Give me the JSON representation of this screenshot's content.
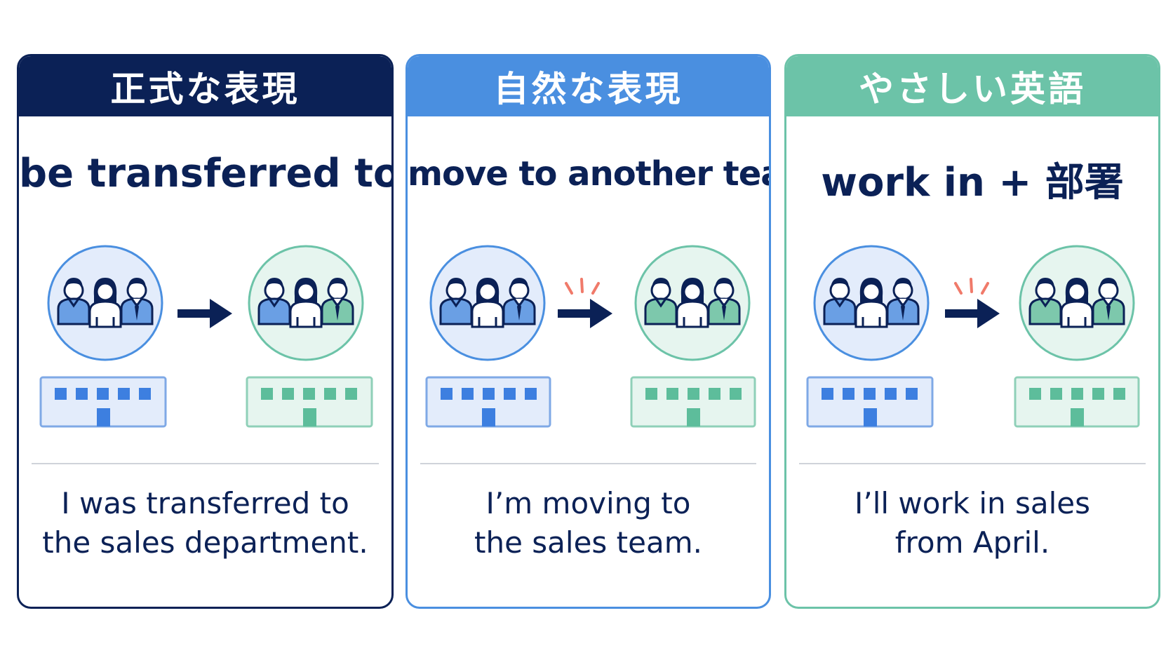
{
  "cards": [
    {
      "header": "正式な表現",
      "phrase": "be transferred to",
      "example_line1": "I was transferred to",
      "example_line2": "the sales department."
    },
    {
      "header": "自然な表現",
      "phrase": "move to another team",
      "example_line1": "I’m moving to",
      "example_line2": "the sales team."
    },
    {
      "header": "やさしい英語",
      "phrase": "work in + 部署",
      "example_line1": "I’ll work in sales",
      "example_line2": "from April."
    }
  ],
  "colors": {
    "navy": "#0b2156",
    "blue": "#4a8fe0",
    "green": "#6cc3a8",
    "spark": "#f07a6a"
  },
  "icons": [
    "team-icon",
    "arrow-right-icon",
    "office-building-icon",
    "spark-icon"
  ]
}
